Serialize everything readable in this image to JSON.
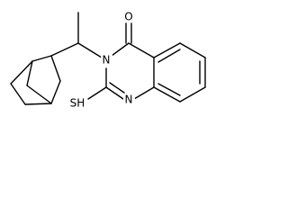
{
  "molecule": {
    "atoms": {
      "oxygen": "O",
      "nitrogen_ring_top": "N",
      "nitrogen_ring_bottom": "N",
      "thiol": "SH"
    }
  }
}
